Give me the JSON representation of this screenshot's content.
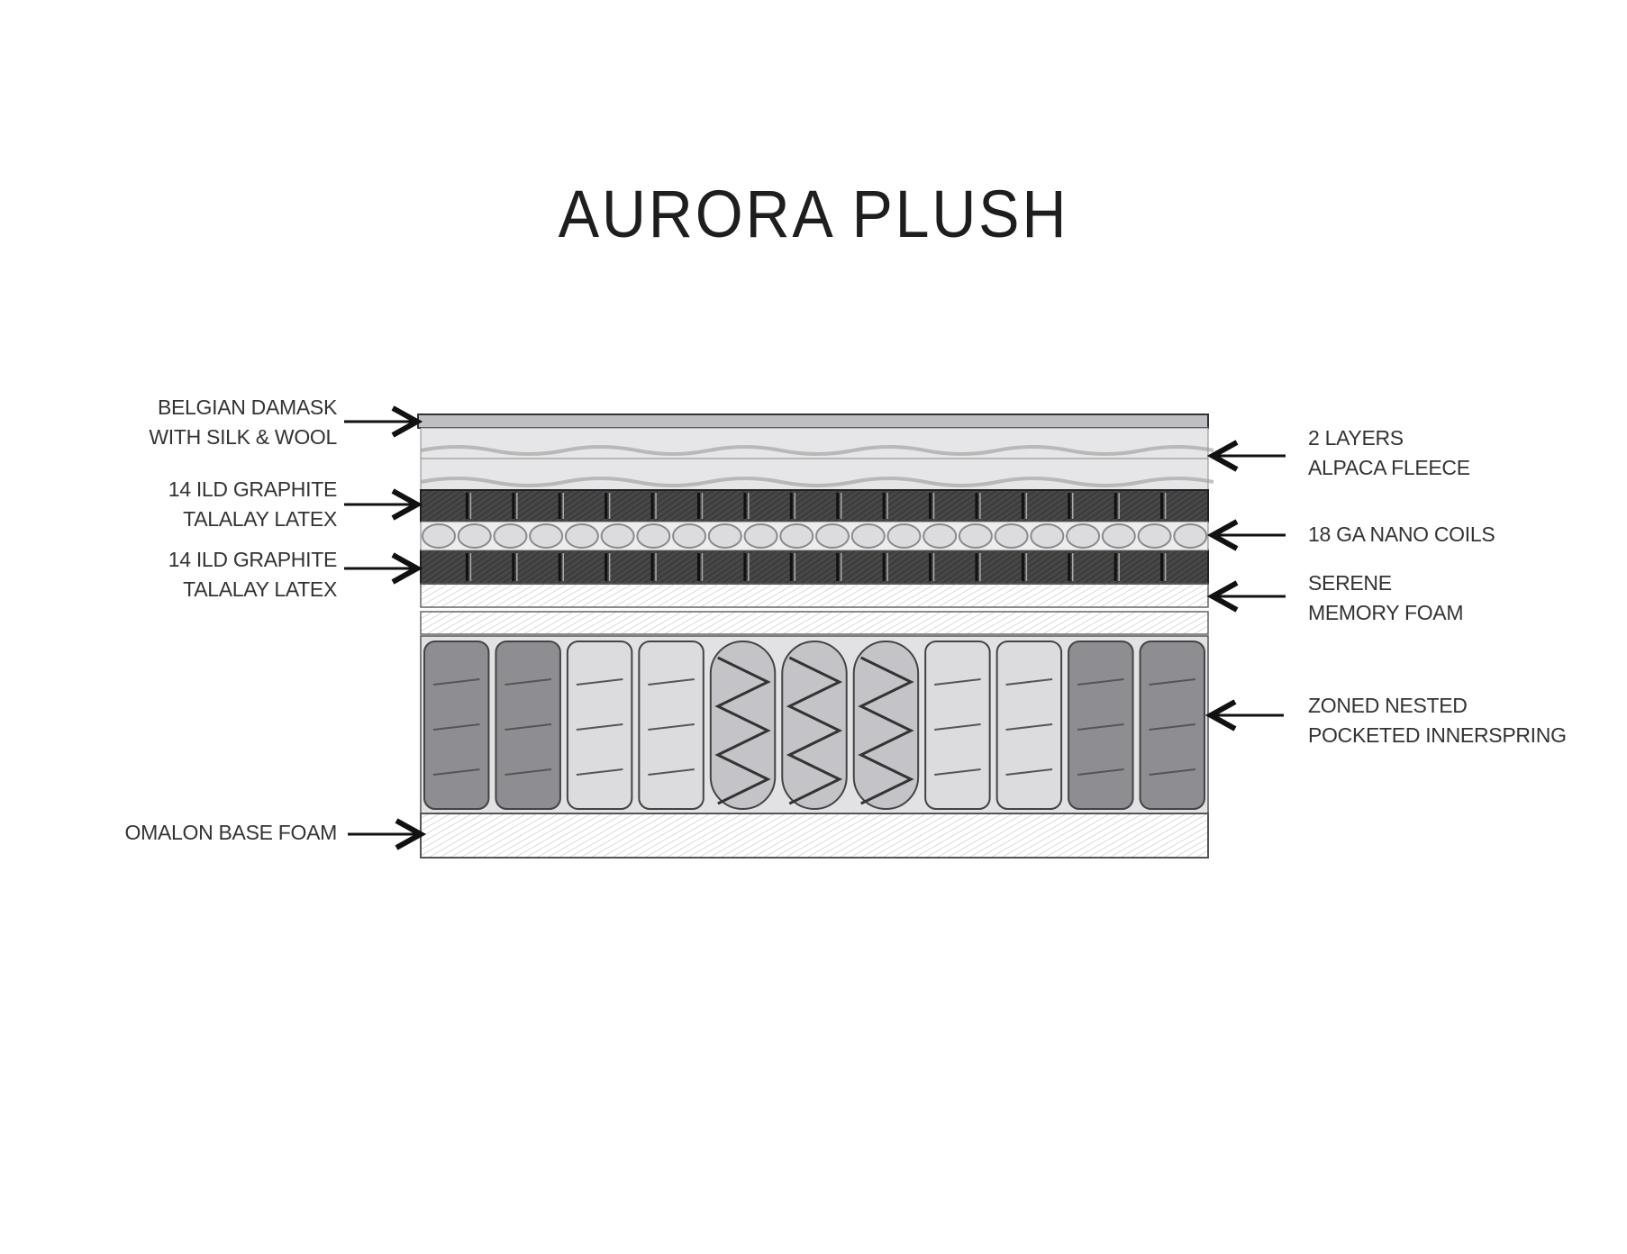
{
  "title": "AURORA PLUSH",
  "left_labels": [
    {
      "line1": "BELGIAN DAMASK",
      "line2": "WITH SILK & WOOL"
    },
    {
      "line1": "14 ILD GRAPHITE",
      "line2": "TALALAY LATEX"
    },
    {
      "line1": "14 ILD GRAPHITE",
      "line2": "TALALAY LATEX"
    },
    {
      "line1": "OMALON BASE FOAM"
    }
  ],
  "right_labels": [
    {
      "line1": "2 LAYERS",
      "line2": "ALPACA FLEECE"
    },
    {
      "line1": "18 GA NANO COILS"
    },
    {
      "line1": "SERENE",
      "line2": "MEMORY FOAM"
    },
    {
      "line1": "ZONED NESTED",
      "line2": "POCKETED INNERSPRING"
    }
  ],
  "colors": {
    "ink": "#2a2a2a",
    "latex": "#3c3c3c",
    "foam": "#d6d6d8",
    "fleece": "#e4e4e6"
  }
}
